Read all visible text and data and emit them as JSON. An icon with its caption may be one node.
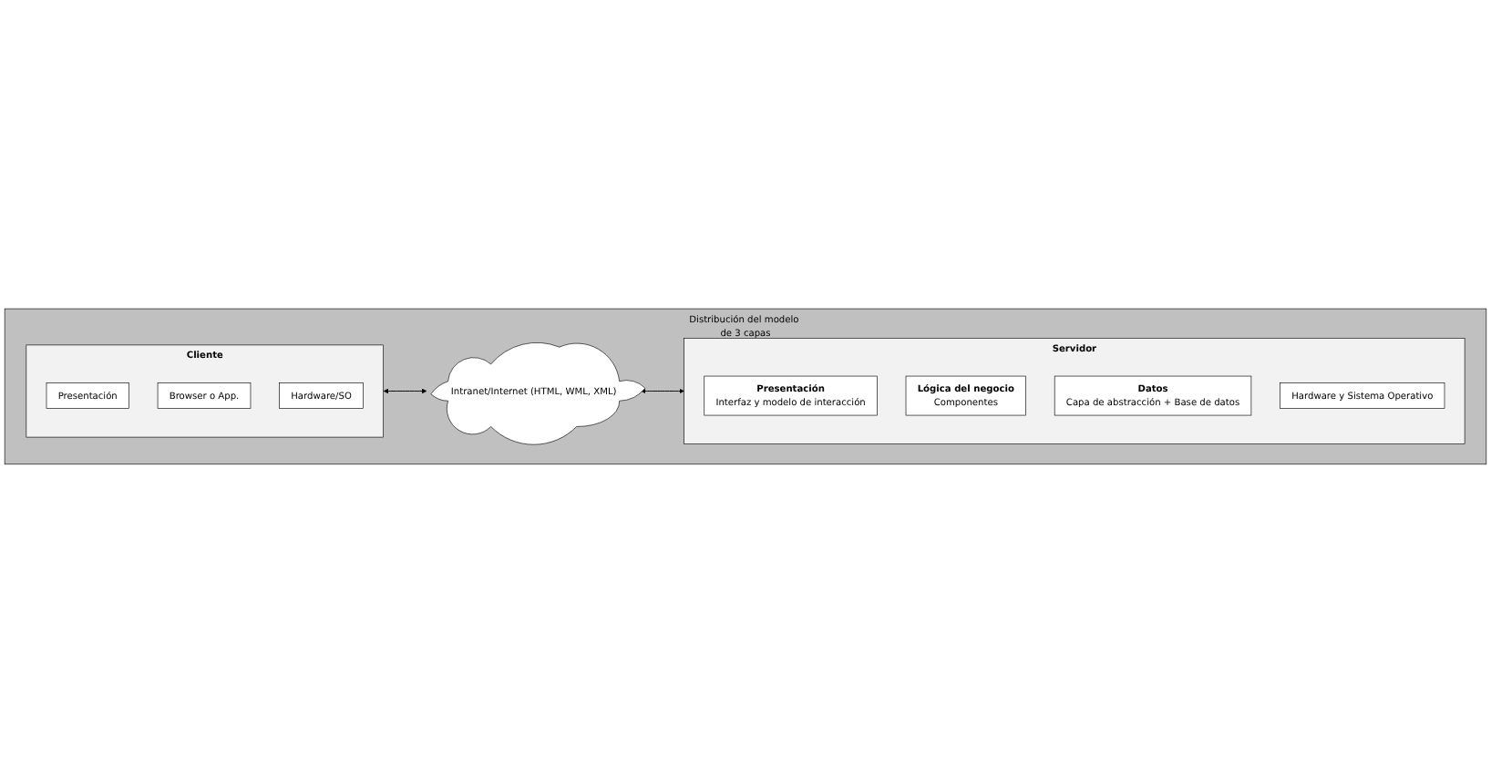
{
  "diagram": {
    "nodes": [
      {
        "text": [
          "Distribución del modelo de 3 capas"
        ]
      },
      {
        "text": [
          "Servidor"
        ],
        "in": 0
      },
      {
        "text": [
          "Presentación",
          "Interfaz y modelo de interacción"
        ],
        "in": 1
      },
      {
        "text": [
          "Lógica del negocio",
          "Componentes"
        ],
        "in": 1
      },
      {
        "text": [
          "Datos",
          "Capa de abstracción + Base de datos"
        ],
        "in": 1
      },
      {
        "text": [
          "Hardware y Sistema Operativo"
        ],
        "in": 1
      },
      {
        "text": [
          "Cliente"
        ],
        "in": 0
      },
      {
        "text": [
          "Presentación"
        ],
        "in": 6
      },
      {
        "text": [
          "Browser o App."
        ],
        "in": 6
      },
      {
        "text": [
          "Hardware/SO"
        ],
        "in": 6
      },
      {
        "text": [
          "Intranet/Internet (HTML, WML, XML)"
        ],
        "in": 0
      }
    ],
    "edges": [
      {
        "from": 6,
        "to": 10,
        "arrow": "both"
      },
      {
        "from": 10,
        "to": 1,
        "arrow": "both"
      }
    ]
  }
}
